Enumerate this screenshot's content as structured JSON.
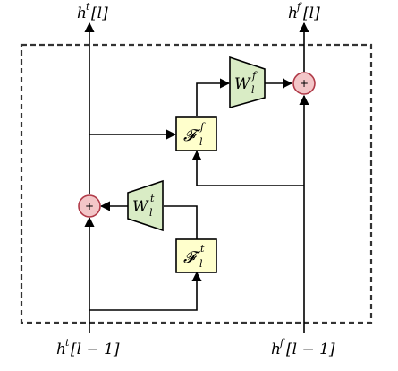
{
  "labels": {
    "out_t": {
      "base": "h",
      "sup": "t",
      "tail": "[l]"
    },
    "out_f": {
      "base": "h",
      "sup": "f",
      "tail": "[l]"
    },
    "in_t": {
      "base": "h",
      "sup": "t",
      "tail": "[l − 1]"
    },
    "in_f": {
      "base": "h",
      "sup": "f",
      "tail": "[l − 1]"
    },
    "F_f": {
      "base": "𝓕",
      "sub": "l",
      "sup": "f"
    },
    "F_t": {
      "base": "𝓕",
      "sub": "l",
      "sup": "t"
    },
    "W_f": {
      "base": "W",
      "sub": "l",
      "sup": "f"
    },
    "W_t": {
      "base": "W",
      "sub": "l",
      "sup": "t"
    },
    "plus": "+"
  },
  "colors": {
    "f_block_fill": "#ffffcc",
    "w_block_fill": "#d9ecc5",
    "adder_fill": "#f3c6c8",
    "adder_stroke": "#b03a48",
    "line": "#000000",
    "dashed_border": "#333333"
  }
}
